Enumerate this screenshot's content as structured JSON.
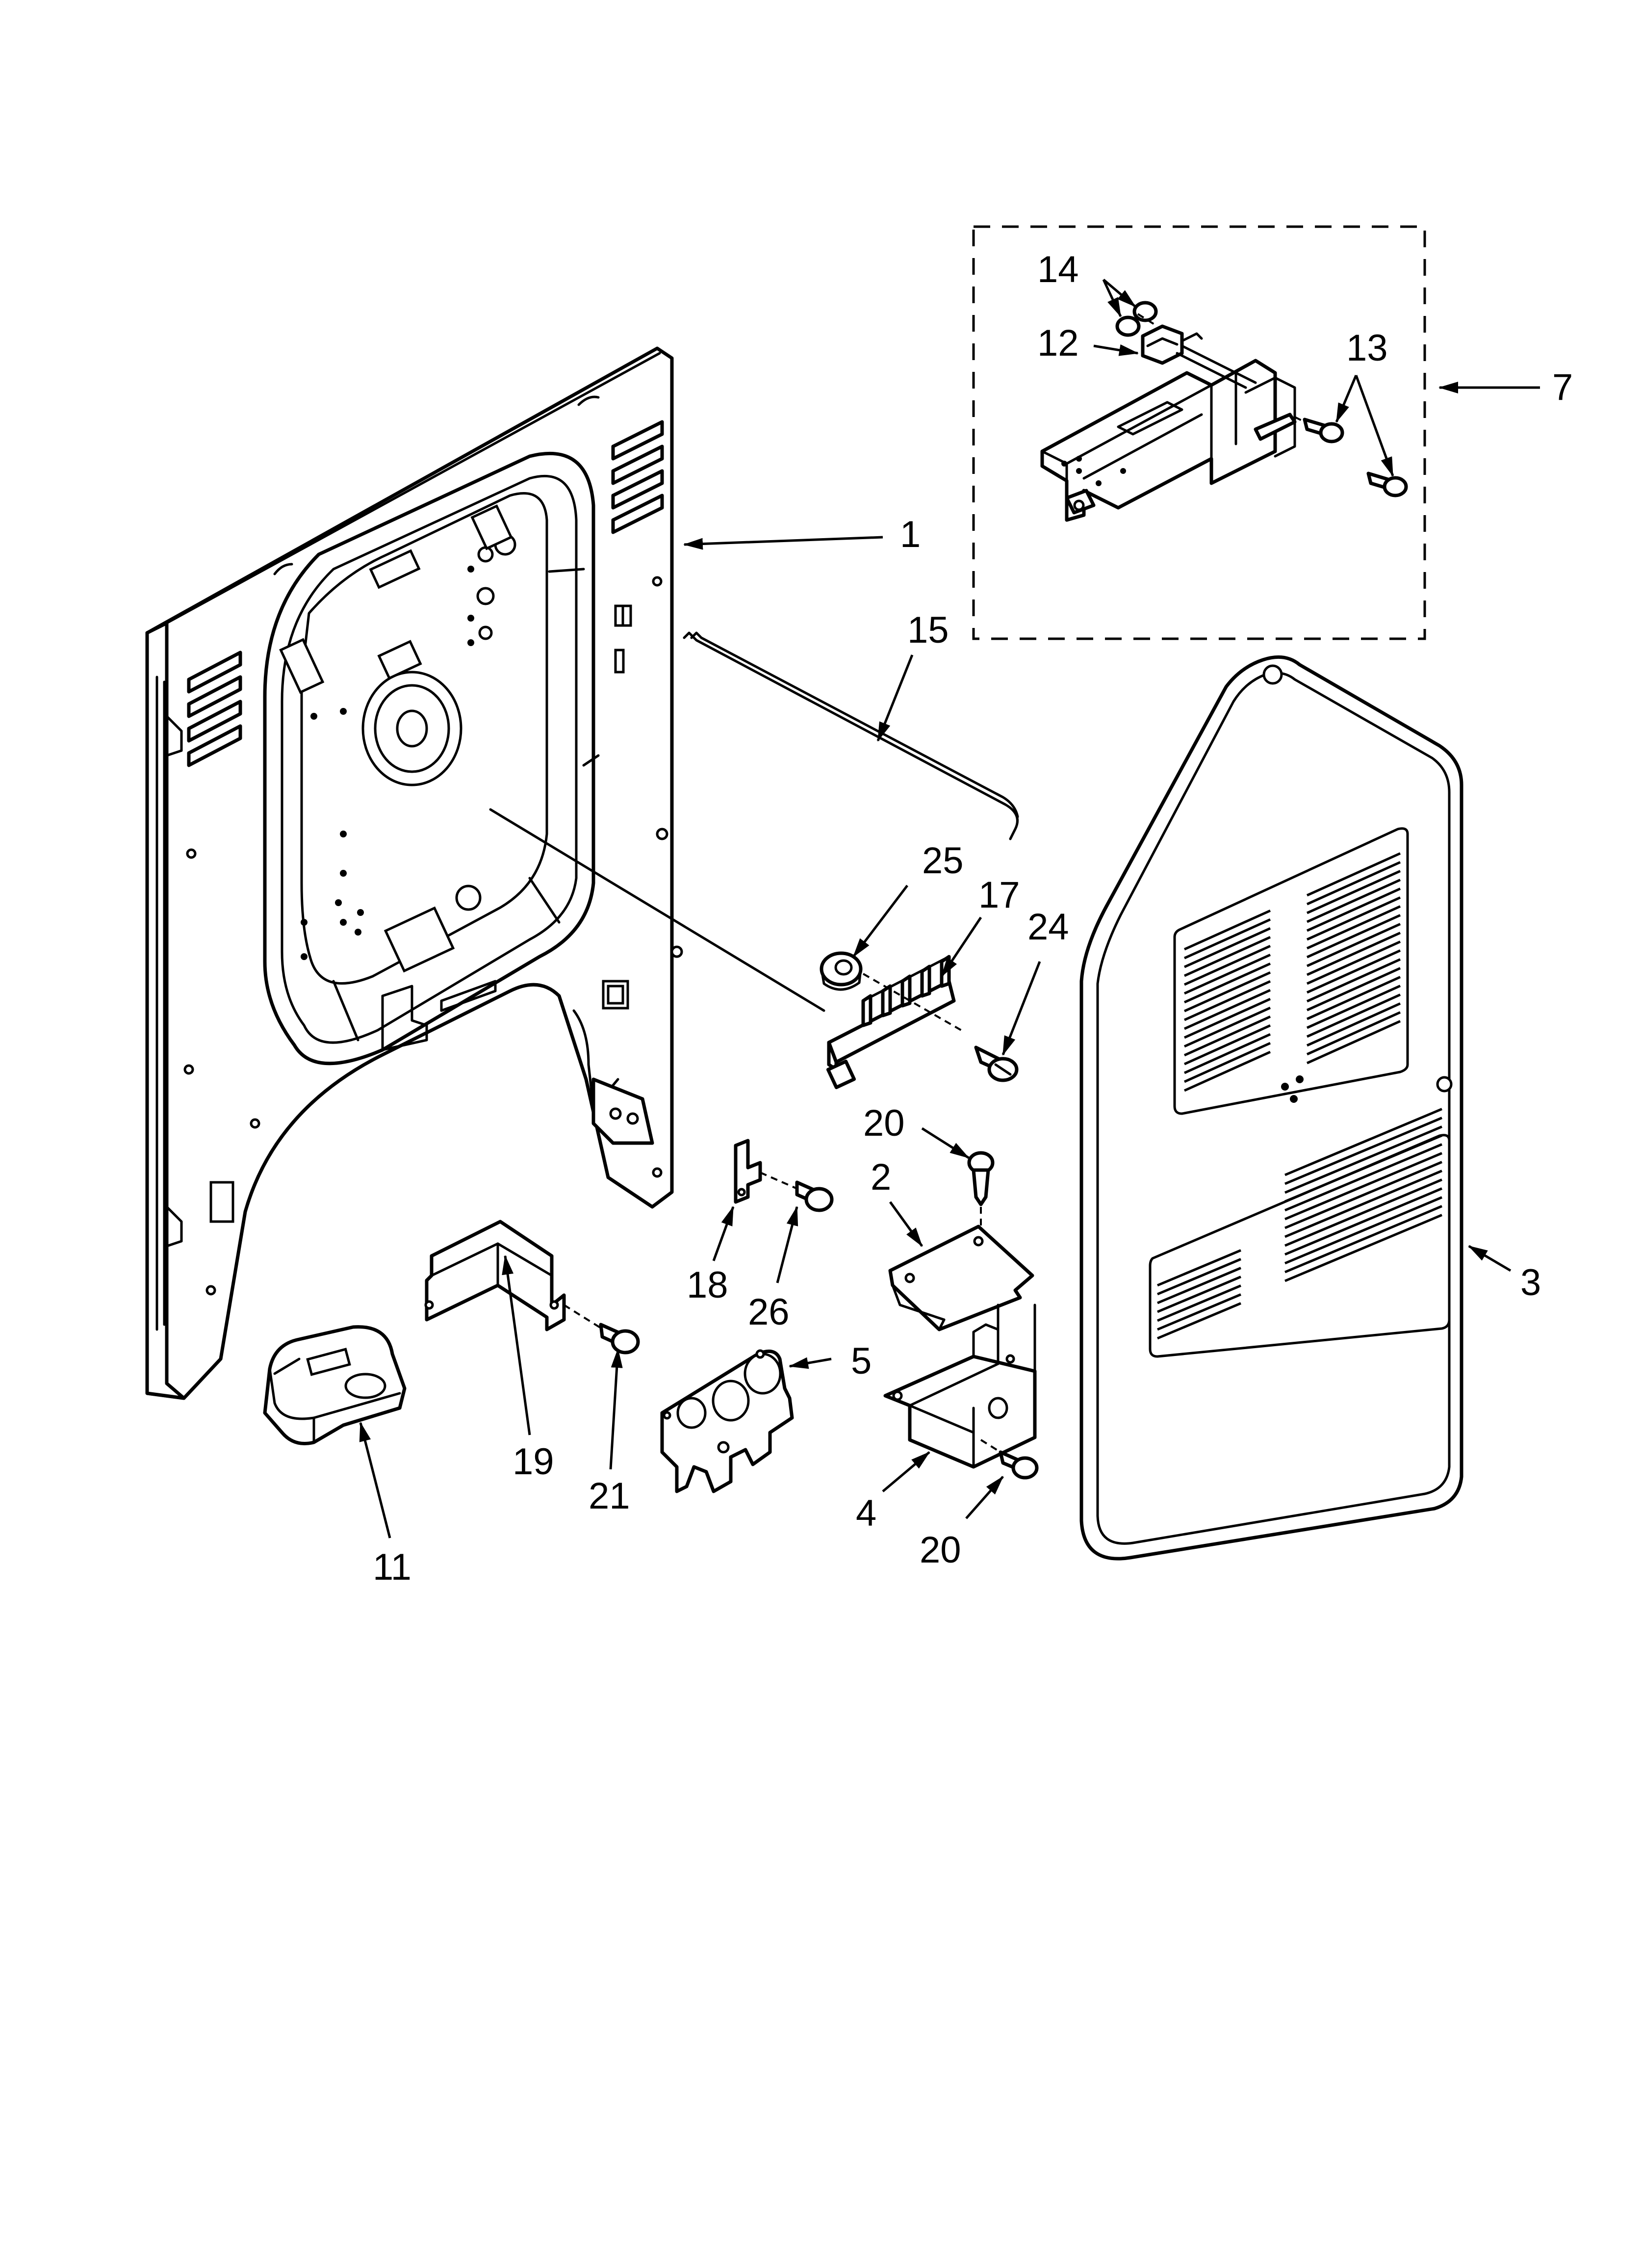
{
  "diagram": {
    "callouts": [
      {
        "id": "1",
        "text": "1"
      },
      {
        "id": "2",
        "text": "2"
      },
      {
        "id": "3",
        "text": "3"
      },
      {
        "id": "4",
        "text": "4"
      },
      {
        "id": "5",
        "text": "5"
      },
      {
        "id": "7",
        "text": "7"
      },
      {
        "id": "11",
        "text": "11"
      },
      {
        "id": "12",
        "text": "12"
      },
      {
        "id": "13",
        "text": "13"
      },
      {
        "id": "14",
        "text": "14"
      },
      {
        "id": "15",
        "text": "15"
      },
      {
        "id": "17",
        "text": "17"
      },
      {
        "id": "18",
        "text": "18"
      },
      {
        "id": "19",
        "text": "19"
      },
      {
        "id": "20a",
        "text": "20"
      },
      {
        "id": "20b",
        "text": "20"
      },
      {
        "id": "21",
        "text": "21"
      },
      {
        "id": "24",
        "text": "24"
      },
      {
        "id": "25",
        "text": "25"
      },
      {
        "id": "26",
        "text": "26"
      }
    ]
  }
}
